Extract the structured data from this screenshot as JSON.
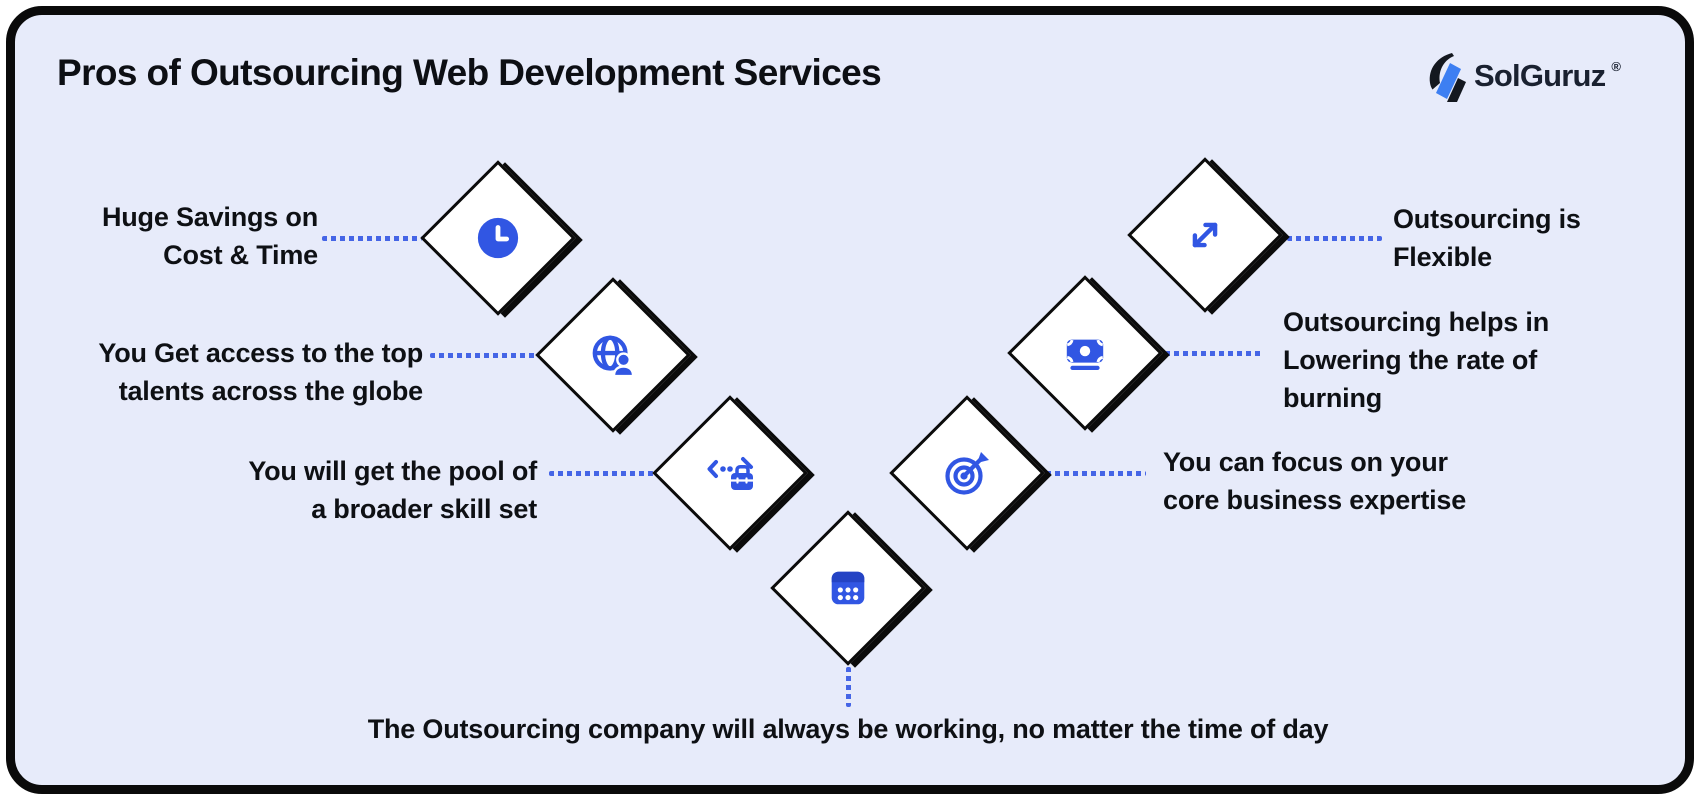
{
  "title": "Pros of Outsourcing Web Development Services",
  "brand": {
    "name": "SolGuruz",
    "registered_mark": "®"
  },
  "items": [
    {
      "icon": "clock-icon",
      "lines": [
        "Huge Savings on",
        "Cost & Time"
      ]
    },
    {
      "icon": "globe-user-icon",
      "lines": [
        "You Get access to the top",
        "talents across the globe"
      ]
    },
    {
      "icon": "code-toolbox-icon",
      "lines": [
        "You will get the pool of",
        "a broader skill set"
      ]
    },
    {
      "icon": "calendar-icon",
      "lines": [
        "The Outsourcing company will always be working, no matter the time of day"
      ]
    },
    {
      "icon": "target-arrow-icon",
      "lines": [
        "You can focus on your",
        "core business expertise"
      ]
    },
    {
      "icon": "money-icon",
      "lines": [
        "Outsourcing helps in",
        "Lowering the rate of",
        "burning"
      ]
    },
    {
      "icon": "expand-arrows-icon",
      "lines": [
        "Outsourcing is",
        "Flexible"
      ]
    }
  ],
  "colors": {
    "accent_blue": "#3156E3",
    "dotted_line": "#4565E6",
    "card_background": "#E7EBFA",
    "diamond_border": "#0B0B0B",
    "text": "#0E1014"
  }
}
